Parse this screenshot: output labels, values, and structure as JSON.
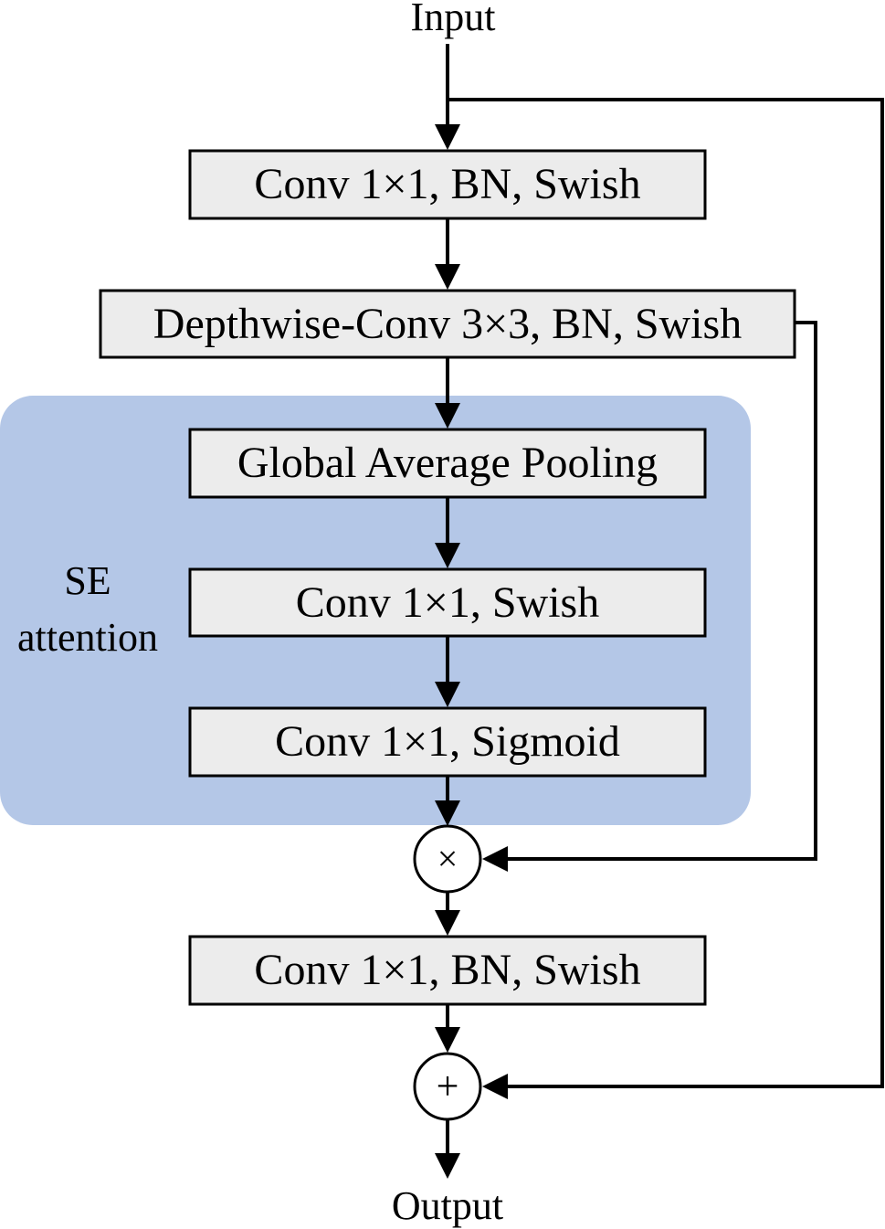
{
  "diagram": {
    "input_label": "Input",
    "output_label": "Output",
    "se_group": {
      "label_line1": "SE",
      "label_line2": "attention"
    },
    "blocks": {
      "conv_expand": "Conv 1×1, BN, Swish",
      "depthwise": "Depthwise-Conv 3×3, BN, Swish",
      "gap": "Global Average Pooling",
      "se_conv_swish": "Conv 1×1, Swish",
      "se_conv_sigmoid": "Conv 1×1, Sigmoid",
      "conv_project": "Conv 1×1, BN, Swish"
    },
    "operators": {
      "multiply": "×",
      "add": "+"
    }
  },
  "colors": {
    "box_fill": "#ececec",
    "se_region_fill": "#b4c7e7",
    "line": "#000000"
  }
}
